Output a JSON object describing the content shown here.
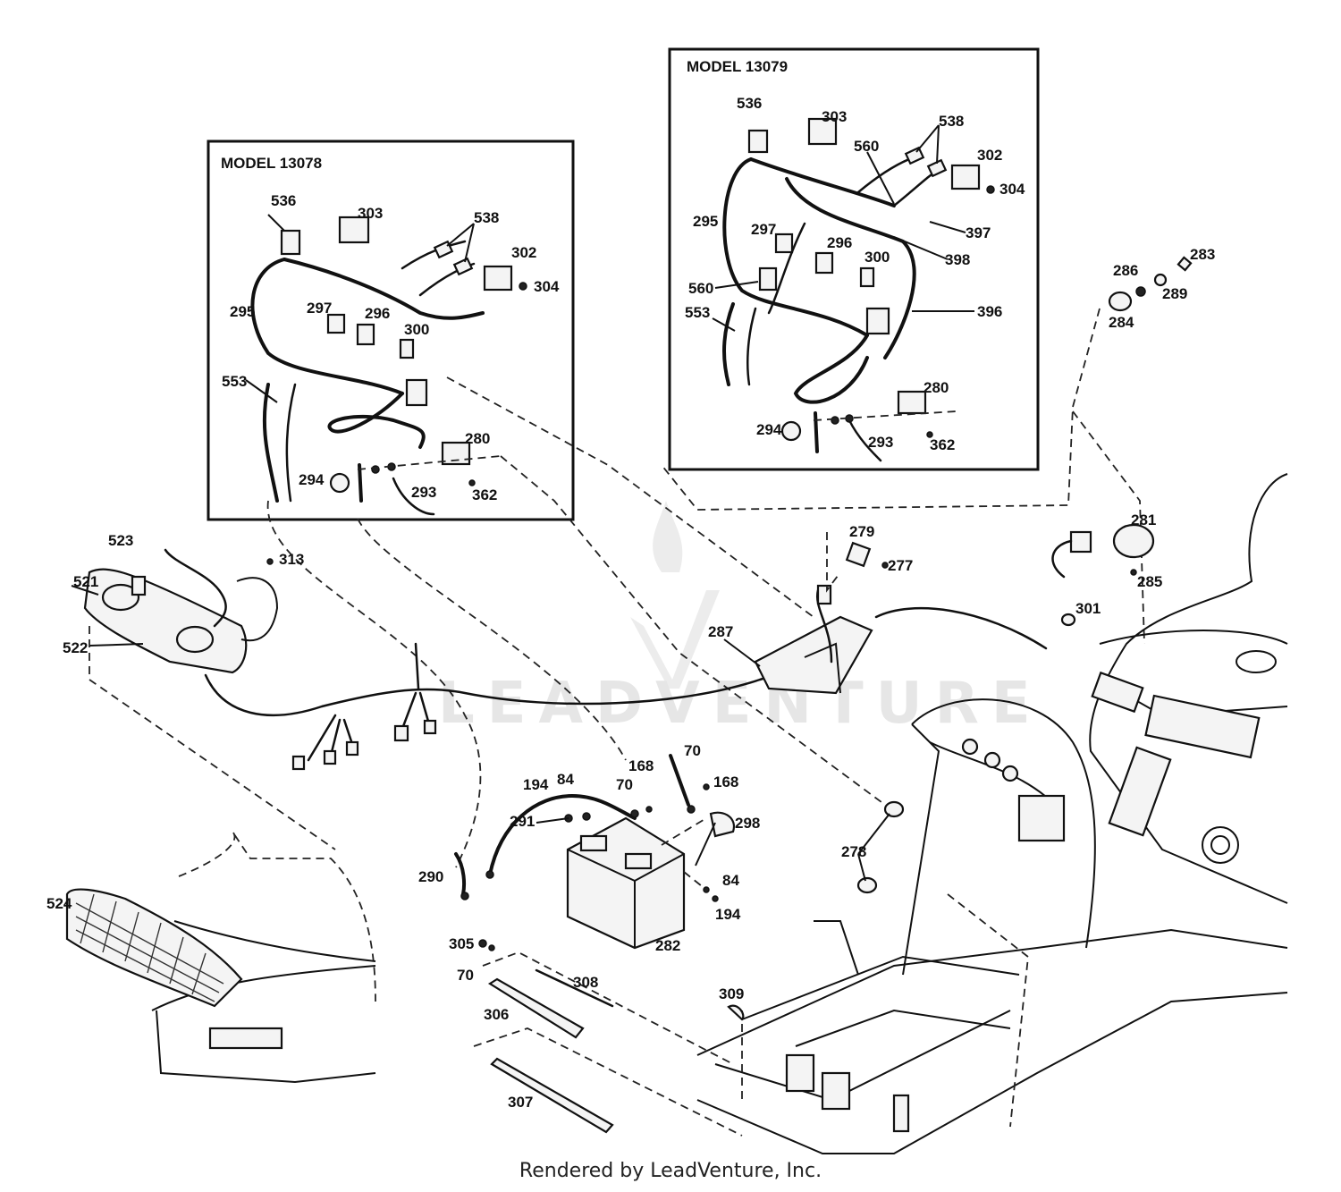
{
  "insets": {
    "left_title": "MODEL 13078",
    "right_title": "MODEL 13079"
  },
  "watermark": {
    "text": "LEADVENTURE",
    "icon": "flame-v-logo-icon"
  },
  "callouts": [
    {
      "id": "l536",
      "text": "536"
    },
    {
      "id": "l303",
      "text": "303"
    },
    {
      "id": "l538",
      "text": "538"
    },
    {
      "id": "l302",
      "text": "302"
    },
    {
      "id": "l304",
      "text": "304"
    },
    {
      "id": "l295",
      "text": "295"
    },
    {
      "id": "l297",
      "text": "297"
    },
    {
      "id": "l296",
      "text": "296"
    },
    {
      "id": "l300",
      "text": "300"
    },
    {
      "id": "l553",
      "text": "553"
    },
    {
      "id": "l280",
      "text": "280"
    },
    {
      "id": "l294",
      "text": "294"
    },
    {
      "id": "l293",
      "text": "293"
    },
    {
      "id": "l362",
      "text": "362"
    },
    {
      "id": "r536",
      "text": "536"
    },
    {
      "id": "r303",
      "text": "303"
    },
    {
      "id": "r538",
      "text": "538"
    },
    {
      "id": "r560a",
      "text": "560"
    },
    {
      "id": "r302",
      "text": "302"
    },
    {
      "id": "r304",
      "text": "304"
    },
    {
      "id": "r295",
      "text": "295"
    },
    {
      "id": "r297",
      "text": "297"
    },
    {
      "id": "r296",
      "text": "296"
    },
    {
      "id": "r300",
      "text": "300"
    },
    {
      "id": "r397",
      "text": "397"
    },
    {
      "id": "r398",
      "text": "398"
    },
    {
      "id": "r560b",
      "text": "560"
    },
    {
      "id": "r553",
      "text": "553"
    },
    {
      "id": "r396",
      "text": "396"
    },
    {
      "id": "r280",
      "text": "280"
    },
    {
      "id": "r294",
      "text": "294"
    },
    {
      "id": "r293",
      "text": "293"
    },
    {
      "id": "r362",
      "text": "362"
    },
    {
      "id": "m286",
      "text": "286"
    },
    {
      "id": "m283",
      "text": "283"
    },
    {
      "id": "m289",
      "text": "289"
    },
    {
      "id": "m284",
      "text": "284"
    },
    {
      "id": "m523",
      "text": "523"
    },
    {
      "id": "m313",
      "text": "313"
    },
    {
      "id": "m521",
      "text": "521"
    },
    {
      "id": "m522",
      "text": "522"
    },
    {
      "id": "m279",
      "text": "279"
    },
    {
      "id": "m277",
      "text": "277"
    },
    {
      "id": "m281",
      "text": "281"
    },
    {
      "id": "m285",
      "text": "285"
    },
    {
      "id": "m287",
      "text": "287"
    },
    {
      "id": "m301",
      "text": "301"
    },
    {
      "id": "m70a",
      "text": "70"
    },
    {
      "id": "m168a",
      "text": "168"
    },
    {
      "id": "m194a",
      "text": "194"
    },
    {
      "id": "m84a",
      "text": "84"
    },
    {
      "id": "m70b",
      "text": "70"
    },
    {
      "id": "m168b",
      "text": "168"
    },
    {
      "id": "m291",
      "text": "291"
    },
    {
      "id": "m298",
      "text": "298"
    },
    {
      "id": "m278",
      "text": "278"
    },
    {
      "id": "m290",
      "text": "290"
    },
    {
      "id": "m84b",
      "text": "84"
    },
    {
      "id": "m194b",
      "text": "194"
    },
    {
      "id": "m524",
      "text": "524"
    },
    {
      "id": "m305",
      "text": "305"
    },
    {
      "id": "m282",
      "text": "282"
    },
    {
      "id": "m70c",
      "text": "70"
    },
    {
      "id": "m308",
      "text": "308"
    },
    {
      "id": "m306",
      "text": "306"
    },
    {
      "id": "m309",
      "text": "309"
    },
    {
      "id": "m307",
      "text": "307"
    }
  ],
  "footer": "Rendered by LeadVenture, Inc."
}
